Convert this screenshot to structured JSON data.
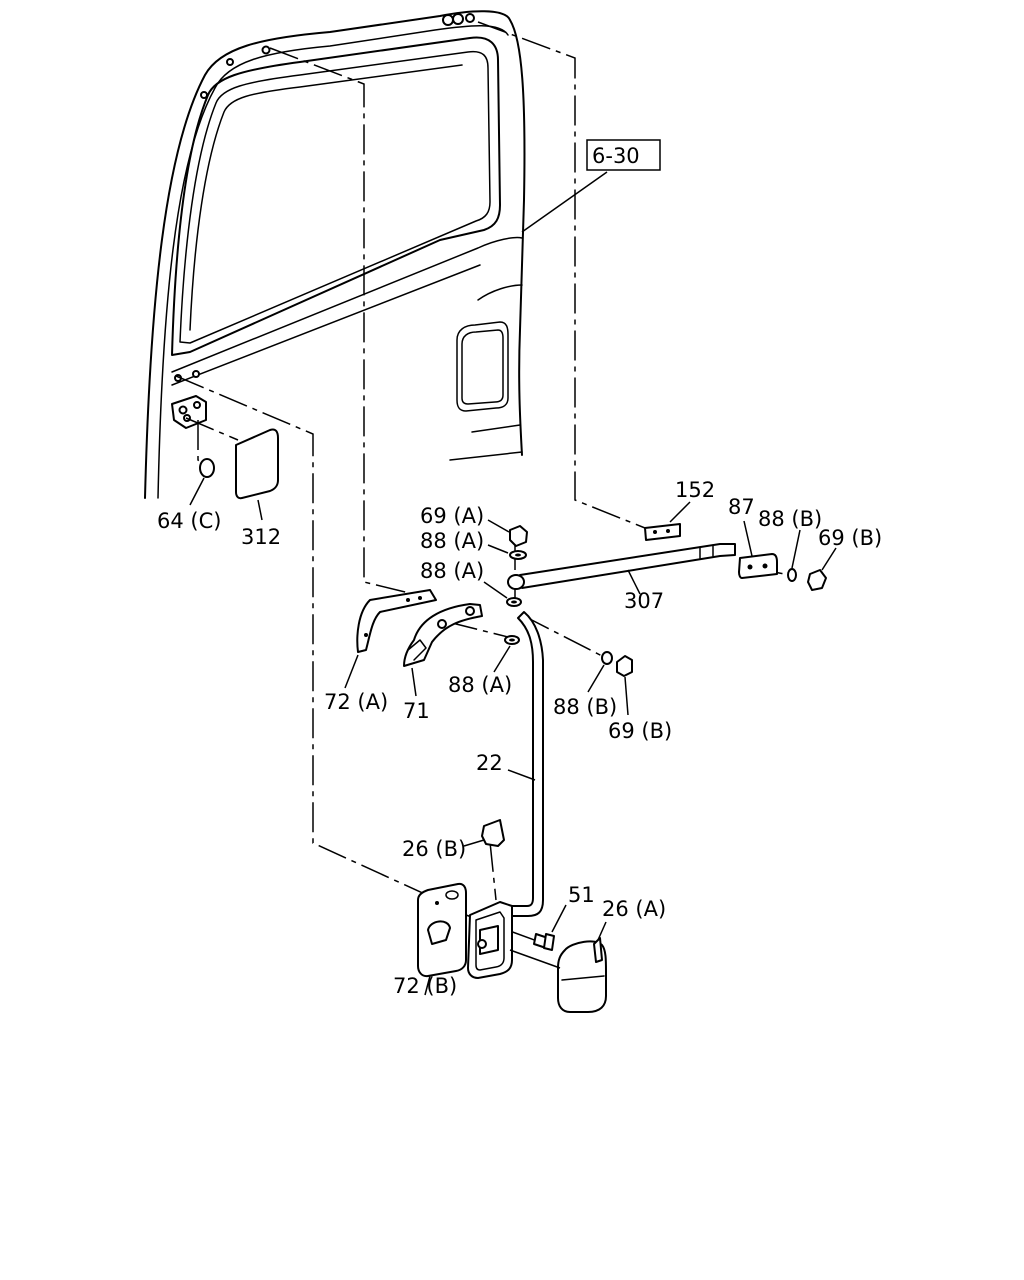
{
  "ref_box": "6-30",
  "labels": {
    "p152": "152",
    "p87": "87",
    "p88b_top": "88 (B)",
    "p69b_top": "69 (B)",
    "p69a": "69 (A)",
    "p88a_1": "88 (A)",
    "p88a_2": "88 (A)",
    "p307": "307",
    "p64c": "64 (C)",
    "p312": "312",
    "p72a": "72 (A)",
    "p71": "71",
    "p88a_3": "88 (A)",
    "p88b_mid": "88 (B)",
    "p69b_mid": "69 (B)",
    "p22": "22",
    "p26b": "26 (B)",
    "p51": "51",
    "p26a": "26 (A)",
    "p72b": "72 (B)"
  },
  "icons": {
    "door": "cab-door-frame",
    "rod": "control-rod",
    "handle": "door-handle",
    "bracket": "hinge-bracket"
  }
}
